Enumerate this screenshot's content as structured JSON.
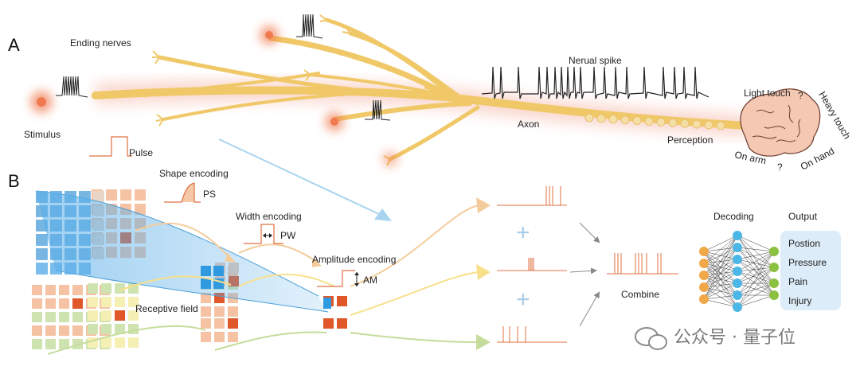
{
  "panels": {
    "a": "A",
    "b": "B"
  },
  "panel_a": {
    "ending_nerves": "Ending nerves",
    "stimulus": "Stimulus",
    "pulse": "Pulse",
    "neural_spike": "Nerual spike",
    "axon": "Axon",
    "perception": "Perception",
    "light_touch": "Light touch",
    "heavy_touch": "Heavy touch",
    "on_arm": "On arm",
    "on_hand": "On hand",
    "question_mark": "?"
  },
  "panel_b": {
    "shape_encoding": "Shape encoding",
    "ps": "PS",
    "width_encoding": "Width encoding",
    "pw": "PW",
    "amplitude_encoding": "Amplitude encoding",
    "am": "AM",
    "receptive_field": "Receptive field",
    "combine": "Combine",
    "decoding": "Decoding",
    "output_title": "Output",
    "plus": "+",
    "outputs": [
      "Postion",
      "Pressure",
      "Pain",
      "Injury"
    ]
  },
  "watermark": "公众号 · 量子位",
  "colors": {
    "nerve": "#f0c868",
    "glow": "#f07a50",
    "spike": "#222222",
    "encode_spike": "#e07040",
    "receptive_blue": "#5aaee8",
    "grid_peach": "#f5c3a4",
    "grid_green": "#cfe3b0",
    "grid_yellow": "#f6efb4",
    "grid_red": "#e0572a",
    "node_orange": "#f0a848",
    "node_blue": "#4cb6e6",
    "node_green": "#8cc040",
    "output_box": "#dcecf8"
  }
}
